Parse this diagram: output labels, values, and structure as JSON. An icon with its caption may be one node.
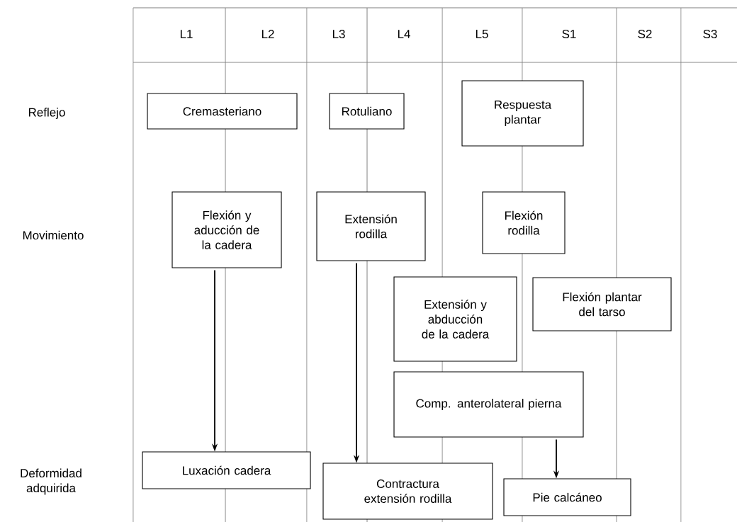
{
  "diagram": {
    "nodes": [
      {
        "text": [
          "Cremasteriano"
        ]
      },
      {
        "text": [
          "Rotuliano"
        ]
      },
      {
        "text": [
          "Respuesta plantar"
        ]
      },
      {
        "text": [
          "Flexión y aducción de la cadera"
        ]
      },
      {
        "text": [
          "Extensión rodilla"
        ]
      },
      {
        "text": [
          "Flexión rodilla"
        ]
      },
      {
        "text": [
          "Extensión y abducción de la cadera"
        ]
      },
      {
        "text": [
          "Flexión plantar del tarso"
        ]
      },
      {
        "text": [
          "Comp. anterolateral pierna"
        ]
      },
      {
        "text": [
          "Luxación cadera"
        ]
      },
      {
        "text": [
          "Contractura extensión rodilla"
        ]
      },
      {
        "text": [
          "Pie calcáneo"
        ]
      }
    ],
    "edges": [
      {
        "from": 3,
        "to": 9,
        "arrow": "to"
      },
      {
        "from": 4,
        "to": 10,
        "arrow": "to"
      },
      {
        "from": 8,
        "to": 11,
        "arrow": "to"
      }
    ],
    "labels": [
      "L1",
      "L2",
      "L3",
      "L4",
      "L5",
      "S1",
      "S2",
      "S3",
      "Reflejo",
      "Movimiento",
      "Deformidad adquirida"
    ]
  }
}
